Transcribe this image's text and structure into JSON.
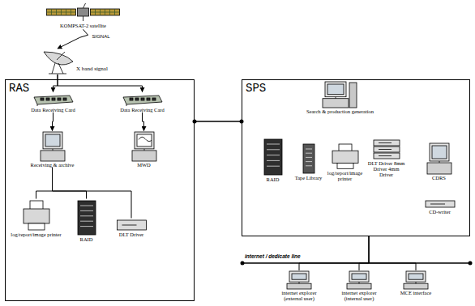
{
  "diagram": {
    "nodes": [
      {
        "text": [
          "KOMPSAT-2 satellite"
        ]
      },
      {
        "text": [
          "X band signal"
        ]
      },
      {
        "text": [
          "RAS"
        ]
      },
      {
        "text": [
          "Data Receiving Card"
        ],
        "in": 2
      },
      {
        "text": [
          "Data Receiving Card"
        ],
        "in": 2
      },
      {
        "text": [
          "Receiving & archive"
        ],
        "in": 2
      },
      {
        "text": [
          "MWD"
        ],
        "in": 2
      },
      {
        "text": [
          "log/report/image printer"
        ],
        "in": 2
      },
      {
        "text": [
          "RAID"
        ],
        "in": 2
      },
      {
        "text": [
          "DLT Driver"
        ],
        "in": 2
      },
      {
        "text": [
          "SPS"
        ]
      },
      {
        "text": [
          "Search & production generation"
        ],
        "in": 10
      },
      {
        "text": [
          "RAID"
        ],
        "in": 10
      },
      {
        "text": [
          "Tape Library"
        ],
        "in": 10
      },
      {
        "text": [
          "log/report/image printer"
        ],
        "in": 10
      },
      {
        "text": [
          "DLT Driver 8mm Driver 4mm Driver"
        ],
        "in": 10
      },
      {
        "text": [
          "CDRS"
        ],
        "in": 10
      },
      {
        "text": [
          "CD-writer"
        ],
        "in": 10
      },
      {
        "text": [
          "internet explorer (external user)"
        ]
      },
      {
        "text": [
          "internet explorer (internal user)"
        ]
      },
      {
        "text": [
          "MCE interface"
        ]
      }
    ],
    "edges": [
      {
        "from": 0,
        "to": 1,
        "label": "SIGNAL",
        "arrow": "to"
      },
      {
        "from": 1,
        "to": 3,
        "arrow": "to"
      },
      {
        "from": 1,
        "to": 4,
        "arrow": "to"
      },
      {
        "from": 3,
        "to": 5,
        "arrow": "to"
      },
      {
        "from": 4,
        "to": 6,
        "arrow": "to"
      },
      {
        "from": 5,
        "to": 7,
        "arrow": "none"
      },
      {
        "from": 5,
        "to": 8,
        "arrow": "none"
      },
      {
        "from": 5,
        "to": 9,
        "arrow": "none"
      },
      {
        "from": 2,
        "to": 10,
        "arrow": "none"
      },
      {
        "from": 10,
        "to": 18,
        "arrow": "none"
      },
      {
        "from": 10,
        "to": 19,
        "arrow": "none"
      },
      {
        "from": 10,
        "to": 20,
        "arrow": "none"
      }
    ],
    "labels": [
      "internet / dedicate line"
    ]
  }
}
